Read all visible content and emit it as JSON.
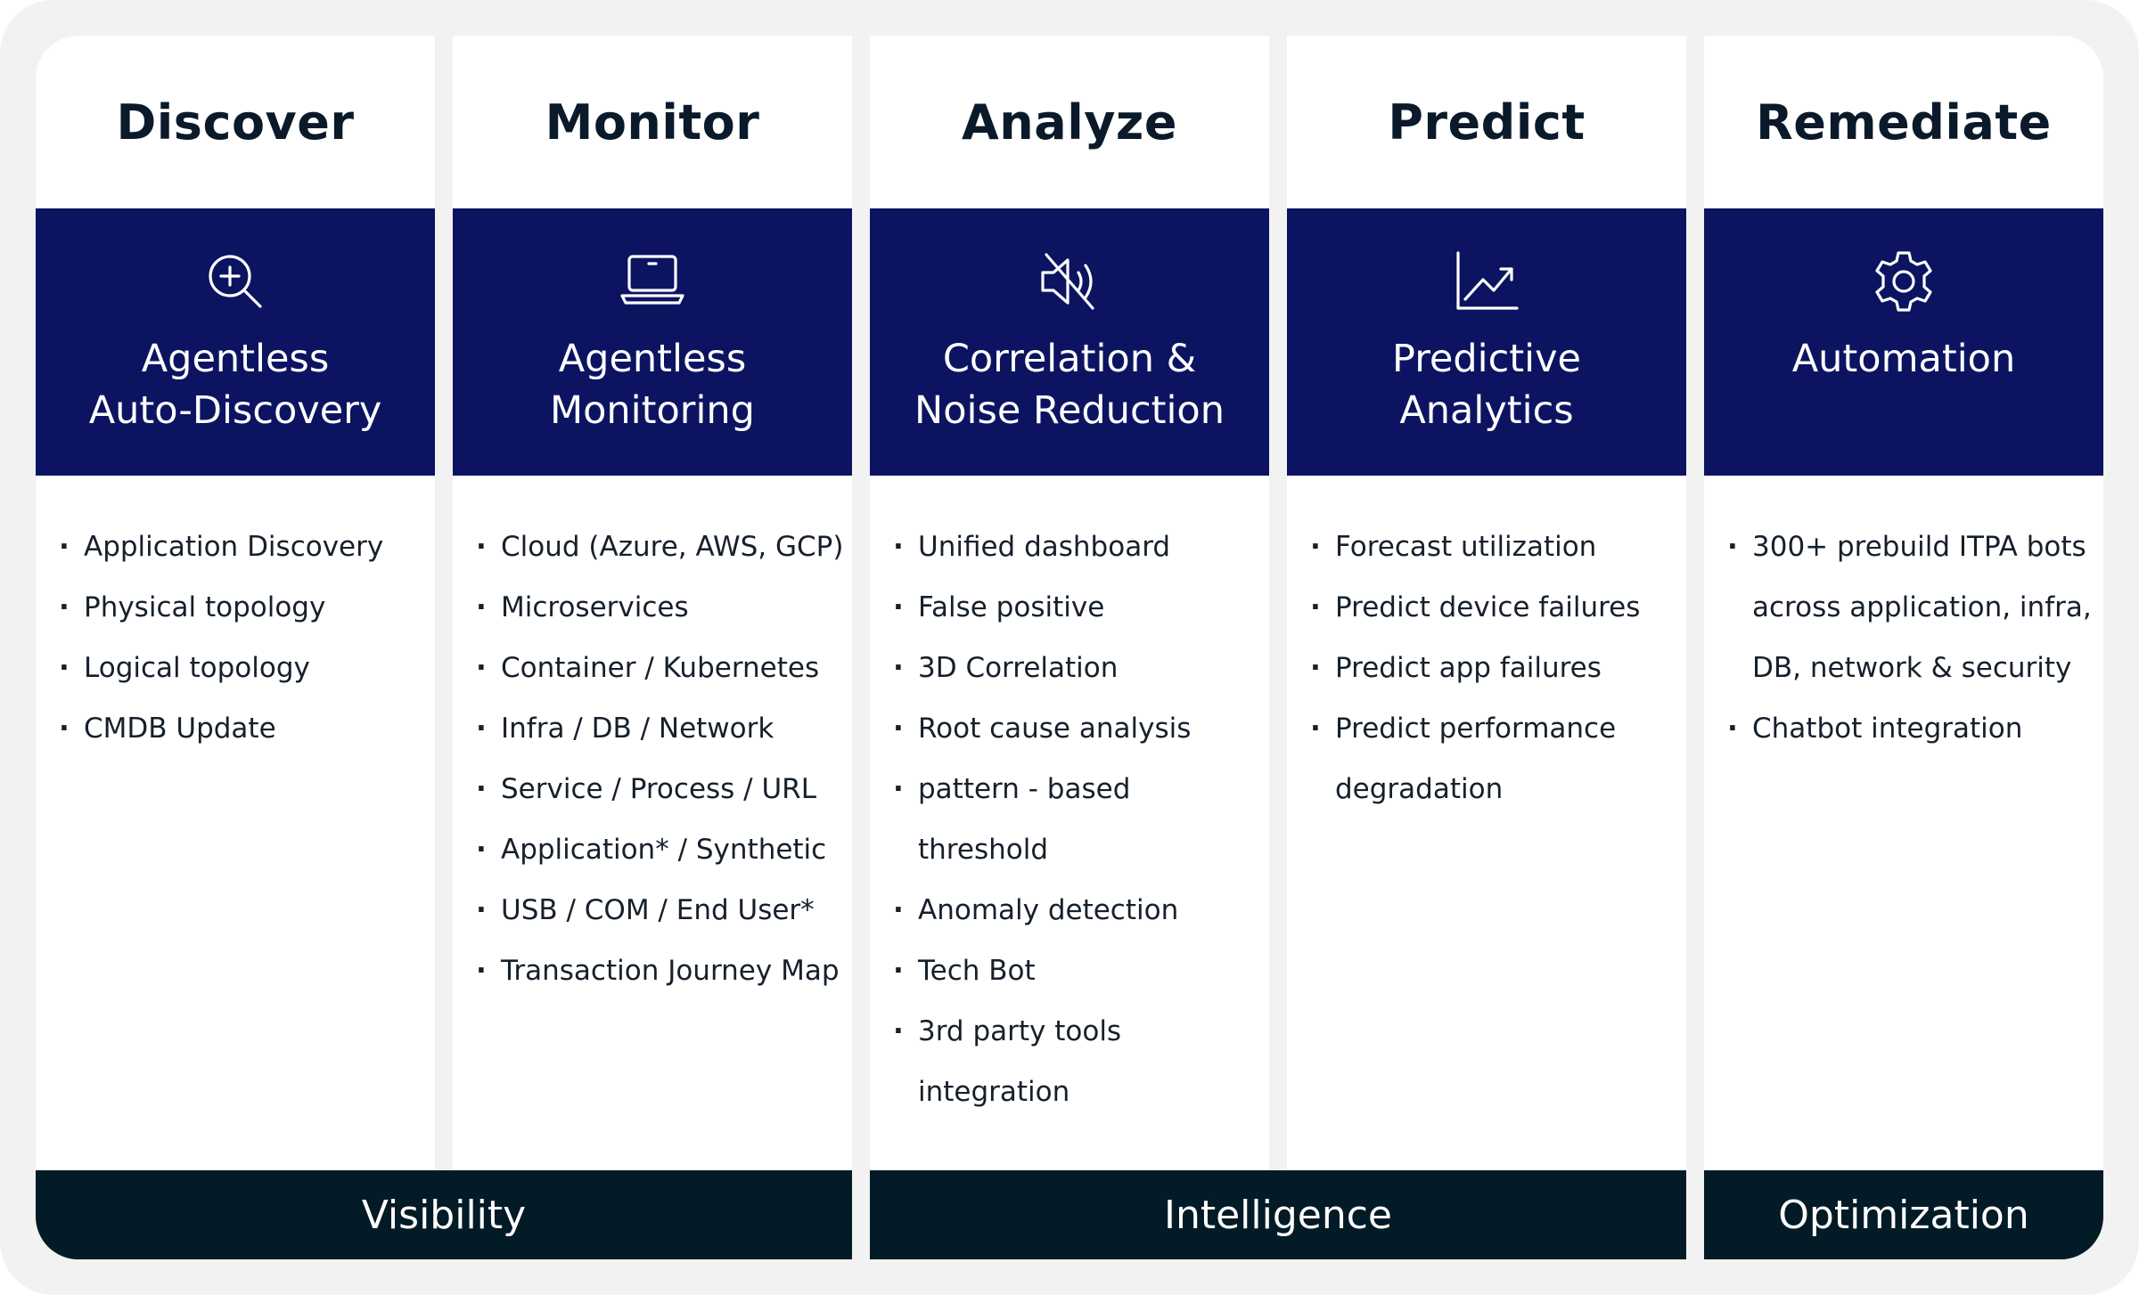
{
  "columns": [
    {
      "title": "Discover",
      "icon": "search-plus-icon",
      "banner": [
        "Agentless",
        "Auto-Discovery"
      ],
      "bullets": [
        "Application Discovery",
        "Physical topology",
        "Logical topology",
        "CMDB Update"
      ]
    },
    {
      "title": "Monitor",
      "icon": "laptop-icon",
      "banner": [
        "Agentless",
        "Monitoring"
      ],
      "bullets": [
        "Cloud (Azure, AWS, GCP)",
        "Microservices",
        "Container / Kubernetes",
        "Infra / DB / Network",
        "Service / Process / URL",
        "Application* / Synthetic",
        "USB / COM / End User*",
        "Transaction Journey Map"
      ]
    },
    {
      "title": "Analyze",
      "icon": "muted-speaker-icon",
      "banner": [
        "Correlation &",
        "Noise Reduction"
      ],
      "bullets": [
        "Unified dashboard",
        "False positive",
        "3D Correlation",
        "Root cause analysis",
        "pattern - based threshold",
        "Anomaly detection",
        "Tech Bot",
        "3rd party tools integration"
      ]
    },
    {
      "title": "Predict",
      "icon": "trend-chart-icon",
      "banner": [
        "Predictive",
        "Analytics"
      ],
      "bullets": [
        "Forecast utilization",
        "Predict device failures",
        "Predict app failures",
        "Predict performance degradation"
      ]
    },
    {
      "title": "Remediate",
      "icon": "gear-icon",
      "banner": [
        "Automation"
      ],
      "bullets": [
        "300+ prebuild ITPA bots across application, infra, DB, network & security",
        "Chatbot integration"
      ]
    }
  ],
  "bands": [
    "Visibility",
    "Intelligence",
    "Optimization"
  ],
  "colors": {
    "banner": "#0c1462",
    "band": "#031b26",
    "title": "#0b1a2a",
    "text": "#16202c"
  }
}
